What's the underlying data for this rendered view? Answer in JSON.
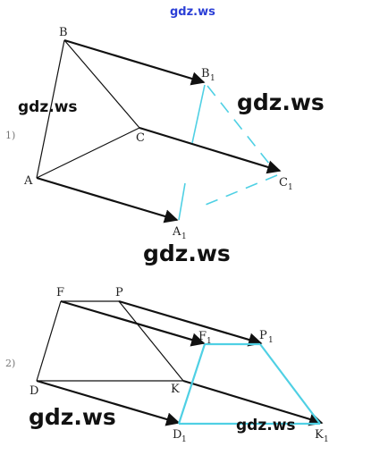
{
  "watermarks": {
    "top": "gdz.ws",
    "w1": "gdz.ws",
    "w2": "gdz.ws",
    "w3": "gdz.ws",
    "w4": "gdz.ws",
    "w5": "gdz.ws"
  },
  "part1": {
    "number": "1)",
    "points": {
      "A": "A",
      "B": "B",
      "C": "C",
      "A1": "A",
      "B1": "B",
      "C1": "C",
      "A1_sub": "1",
      "B1_sub": "1",
      "C1_sub": "1"
    }
  },
  "part2": {
    "number": "2)",
    "points": {
      "F": "F",
      "P": "P",
      "D": "D",
      "K": "K",
      "F1": "F",
      "P1": "P",
      "D1": "D",
      "K1": "K",
      "F1_sub": "1",
      "P1_sub": "1",
      "D1_sub": "1",
      "K1_sub": "1"
    }
  },
  "colors": {
    "cyan": "#4fd0e4",
    "ink": "#111111",
    "watermark_top": "#2b3fd6"
  }
}
